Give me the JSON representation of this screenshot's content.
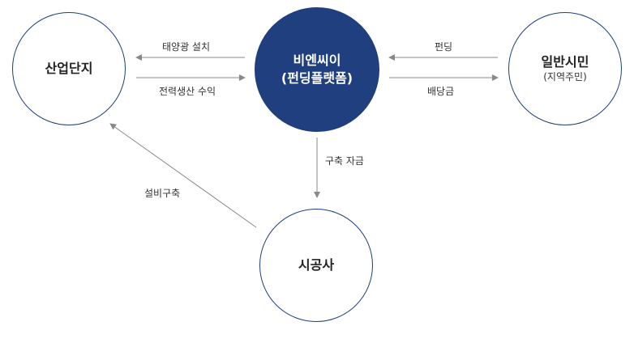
{
  "nodes": {
    "industrial": {
      "name": "산업단지"
    },
    "platform": {
      "name": "비엔씨이",
      "sub": "(펀딩플랫폼)"
    },
    "citizen": {
      "name": "일반시민",
      "sub": "(지역주민)"
    },
    "contractor": {
      "name": "시공사"
    }
  },
  "edges": {
    "solar_install": "태양광 설치",
    "power_revenue": "전력생산 수익",
    "funding": "펀딩",
    "dividend": "배당금",
    "build_fund": "구축 자금",
    "facility_build": "설비구축"
  },
  "colors": {
    "primary": "#1f3f7e",
    "arrow": "#888888"
  }
}
